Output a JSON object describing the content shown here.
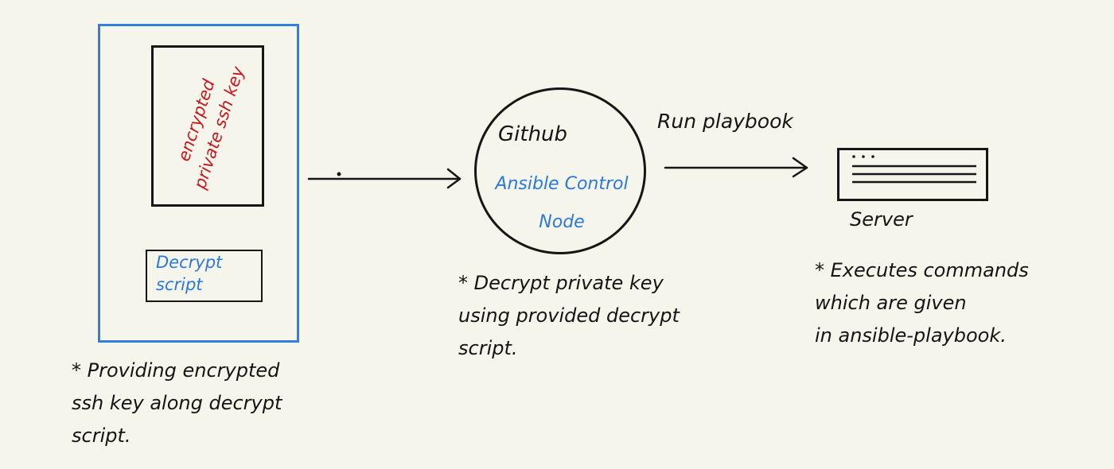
{
  "repository": {
    "key_label": "encrypted\nprivate ssh key",
    "script_label": "Decrypt\nscript"
  },
  "control_node": {
    "title": "Github",
    "subtitle": "Ansible Control\nNode"
  },
  "edge_label": "Run playbook",
  "server": {
    "label": "Server"
  },
  "notes": {
    "left": "*  Providing encrypted\n    ssh key along decrypt\n    script.",
    "middle": "*  Decrypt private key\n    using provided decrypt\n    script.",
    "right": "*  Executes commands\n    which are given\n    in ansible-playbook."
  },
  "colors": {
    "background": "#f6f5ec",
    "repo_border": "#2f7fe0",
    "key_text": "#c8161c",
    "blue_text": "#2a78dc",
    "ink": "#161616"
  }
}
